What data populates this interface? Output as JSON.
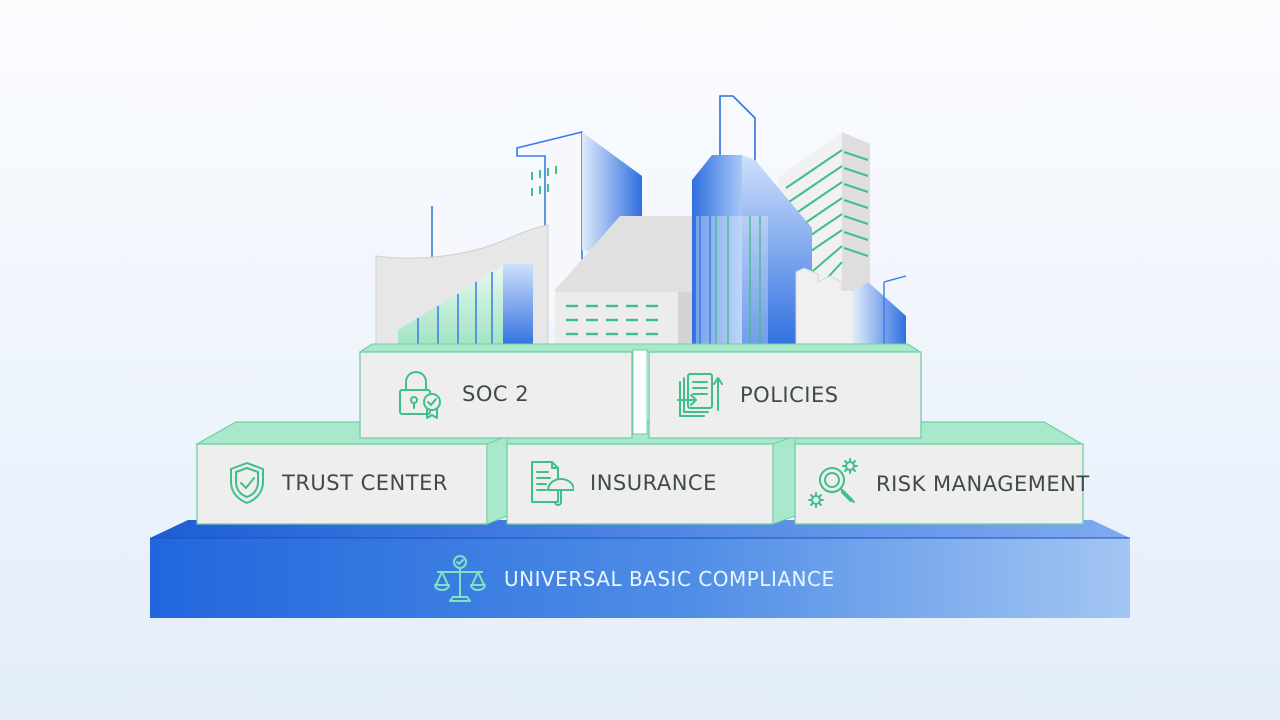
{
  "diagram": {
    "base": {
      "label": "UNIVERSAL BASIC COMPLIANCE",
      "icon": "scales-icon"
    },
    "middle_row": [
      {
        "label": "TRUST CENTER",
        "icon": "shield-check-icon"
      },
      {
        "label": "INSURANCE",
        "icon": "document-umbrella-icon"
      },
      {
        "label": "RISK MANAGEMENT",
        "icon": "magnifier-gears-icon"
      }
    ],
    "top_row": [
      {
        "label": "SOC 2",
        "icon": "padlock-badge-icon"
      },
      {
        "label": "POLICIES",
        "icon": "documents-arrow-icon"
      }
    ],
    "colors": {
      "accent_green": "#3fbf8a",
      "block_green": "#a8e9cb",
      "block_face": "#eeeeee",
      "base_blue": "#2f6fe0",
      "base_blue_light": "#9fc3f3"
    }
  }
}
